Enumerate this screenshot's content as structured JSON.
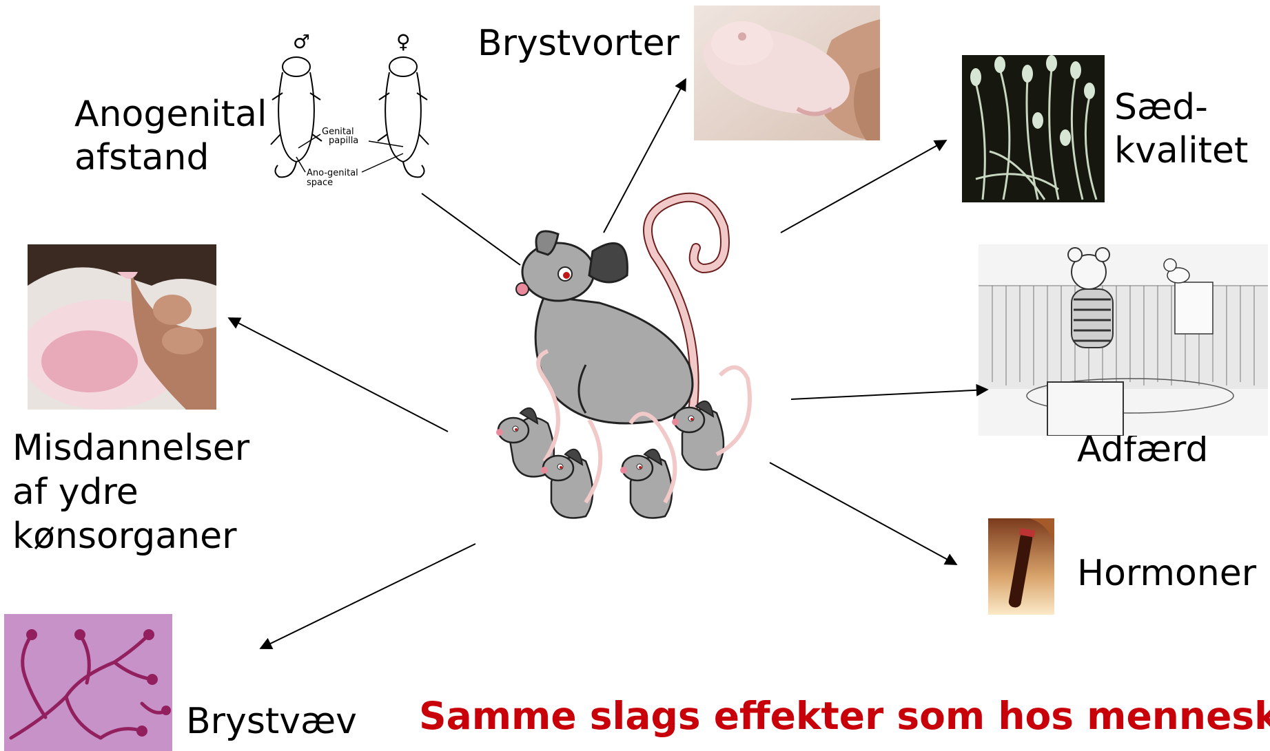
{
  "labels": {
    "anogenital": [
      "Anogenital",
      "afstand"
    ],
    "brystvorter": "Brystvorter",
    "saed": [
      "Sæd-",
      "kvalitet"
    ],
    "misdannelser": [
      "Misdannelser",
      "af ydre",
      "kønsorganer"
    ],
    "adfaerd": "Adfærd",
    "hormoner": "Hormoner",
    "brystvaev": "Brystvæv"
  },
  "anogenital_diagram": {
    "male_symbol": "♂",
    "female_symbol": "♀",
    "genital_label": [
      "Genital",
      "papilla"
    ],
    "ano_label": [
      "Ano-genital",
      "space"
    ]
  },
  "tagline": "Samme slags effekter som hos mennesker",
  "colors": {
    "tagline": "#c8000a",
    "mouse": "#a9a9a9",
    "tail": "#f2c9c9"
  }
}
